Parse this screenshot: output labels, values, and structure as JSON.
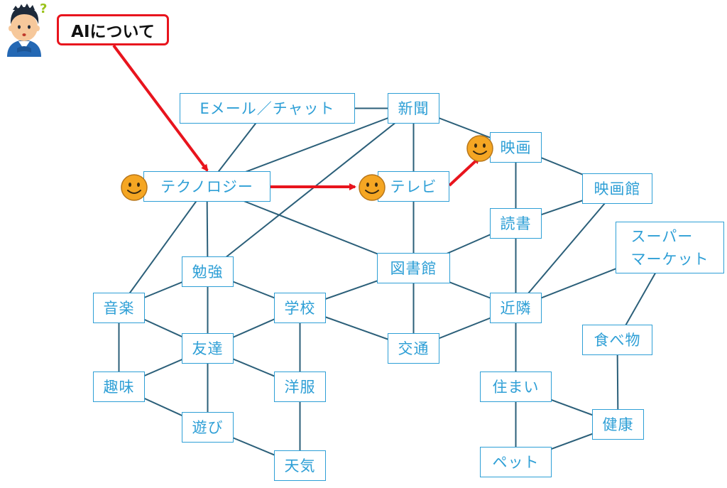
{
  "topic": {
    "label": "AIについて"
  },
  "person": {
    "icon": "thinking-person-icon",
    "question_mark": "?"
  },
  "colors": {
    "line": "#2b5f79",
    "box": "#2e9fd6",
    "highlight": "#e8141d",
    "smiley": "#f5a623"
  },
  "nodes": {
    "email_chat": "Eメール／チャット",
    "newspaper": "新聞",
    "movie": "映画",
    "technology": "テクノロジー",
    "tv": "テレビ",
    "cinema": "映画館",
    "reading": "読書",
    "supermarket": "スーパー\nマーケット",
    "study": "勉強",
    "library": "図書館",
    "music": "音楽",
    "school": "学校",
    "neighborhood": "近隣",
    "friends": "友達",
    "transport": "交通",
    "food": "食べ物",
    "hobby": "趣味",
    "clothes": "洋服",
    "housing": "住まい",
    "health": "健康",
    "play": "遊び",
    "weather": "天気",
    "pet": "ペット"
  },
  "connections": [
    [
      "email_chat",
      "newspaper"
    ],
    [
      "email_chat",
      "technology"
    ],
    [
      "newspaper",
      "technology"
    ],
    [
      "newspaper",
      "tv"
    ],
    [
      "newspaper",
      "movie"
    ],
    [
      "newspaper",
      "study"
    ],
    [
      "technology",
      "music"
    ],
    [
      "technology",
      "study"
    ],
    [
      "technology",
      "library"
    ],
    [
      "movie",
      "cinema"
    ],
    [
      "movie",
      "reading"
    ],
    [
      "tv",
      "library"
    ],
    [
      "reading",
      "cinema"
    ],
    [
      "reading",
      "library"
    ],
    [
      "reading",
      "neighborhood"
    ],
    [
      "cinema",
      "neighborhood"
    ],
    [
      "supermarket",
      "neighborhood"
    ],
    [
      "supermarket",
      "food"
    ],
    [
      "study",
      "music"
    ],
    [
      "study",
      "friends"
    ],
    [
      "study",
      "school"
    ],
    [
      "library",
      "school"
    ],
    [
      "library",
      "transport"
    ],
    [
      "library",
      "neighborhood"
    ],
    [
      "music",
      "friends"
    ],
    [
      "music",
      "hobby"
    ],
    [
      "school",
      "friends"
    ],
    [
      "school",
      "transport"
    ],
    [
      "school",
      "clothes"
    ],
    [
      "neighborhood",
      "transport"
    ],
    [
      "neighborhood",
      "housing"
    ],
    [
      "friends",
      "hobby"
    ],
    [
      "friends",
      "clothes"
    ],
    [
      "friends",
      "play"
    ],
    [
      "food",
      "health"
    ],
    [
      "hobby",
      "play"
    ],
    [
      "clothes",
      "weather"
    ],
    [
      "housing",
      "pet"
    ],
    [
      "housing",
      "health"
    ],
    [
      "health",
      "pet"
    ],
    [
      "play",
      "weather"
    ]
  ],
  "path": [
    "technology",
    "tv",
    "movie"
  ],
  "smileys": [
    "technology",
    "tv",
    "movie"
  ]
}
